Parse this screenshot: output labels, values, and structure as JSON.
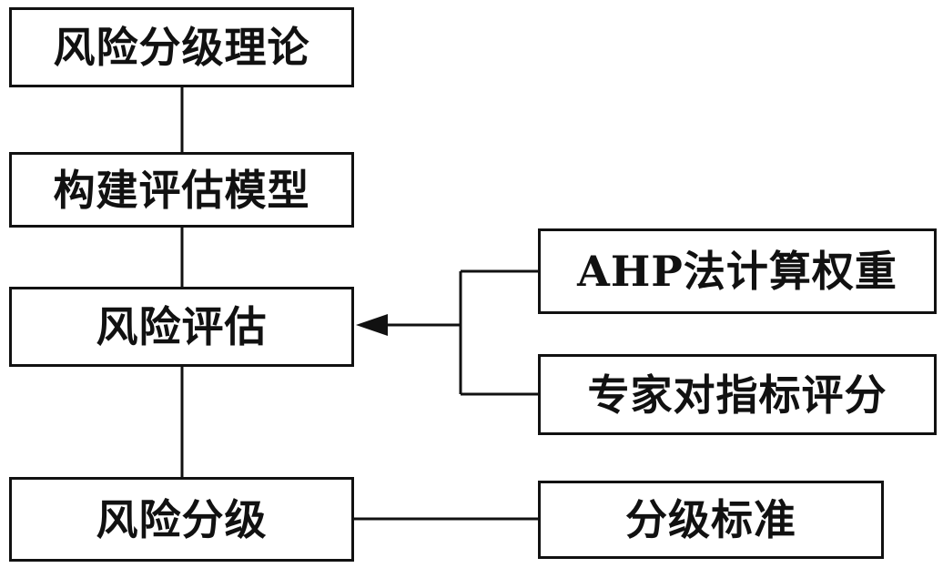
{
  "nodes": {
    "theory": "风险分级理论",
    "model": "构建评估模型",
    "assessment": "风险评估",
    "grading": "风险分级",
    "ahp": "AHP法计算权重",
    "expert": "专家对指标评分",
    "standard": "分级标准"
  },
  "colors": {
    "line": "#111111",
    "box_border": "#111111",
    "background": "#ffffff"
  }
}
